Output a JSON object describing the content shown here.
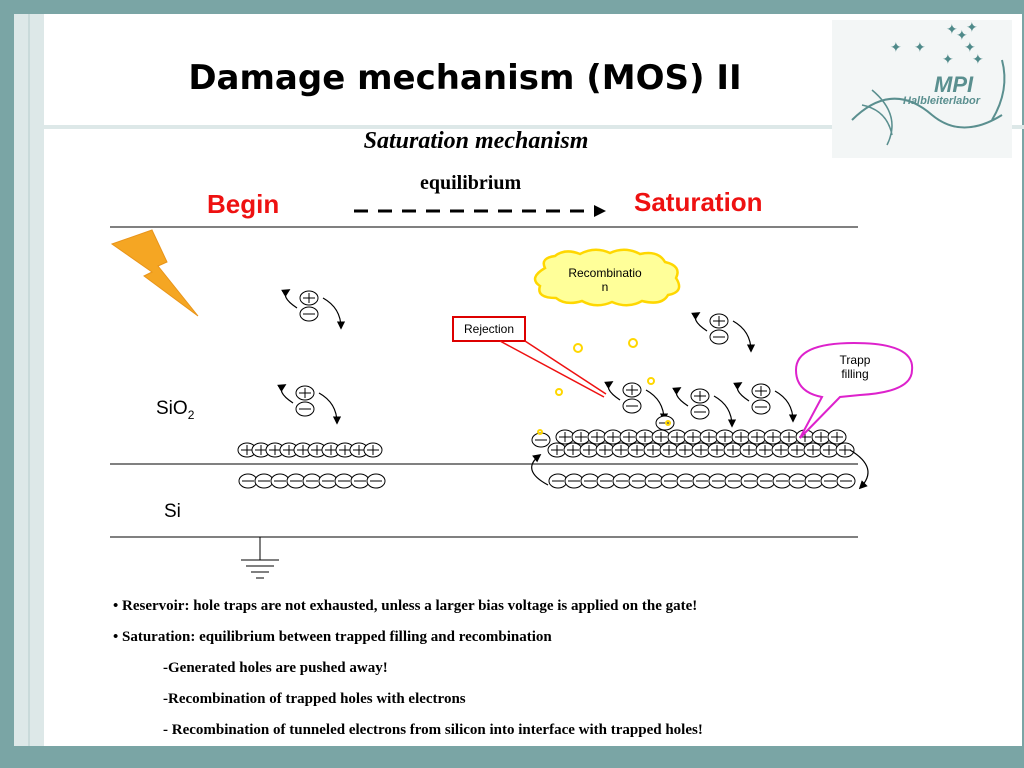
{
  "slide": {
    "title": "Damage mechanism (MOS) II",
    "subtitle": "Saturation mechanism",
    "begin": "Begin",
    "saturation": "Saturation",
    "equilibrium": "equilibrium"
  },
  "logo": {
    "name": "MPI",
    "sub": "Halbleiterlabor"
  },
  "diagram": {
    "sio2_label": "SiO",
    "sio2_sub": "2",
    "si_label": "Si",
    "recombination_label": "Recombinatio n",
    "recombination_line1": "Recombinatio",
    "recombination_line2": "n",
    "rejection_label": "Rejection",
    "trapp_label_line1": "Trapp",
    "trapp_label_line2": "filling",
    "colors": {
      "accent_red": "#ee1111",
      "lightning": "#f5a623",
      "cloud_fill": "#ffff99",
      "cloud_stroke": "#ffd700",
      "trapp_border": "#dd22cc",
      "rejection_border": "#dd0000"
    }
  },
  "bullets": [
    "• Reservoir: hole traps are not exhausted, unless a larger bias voltage is applied on the gate!",
    "• Saturation: equilibrium between trapped filling and recombination",
    "-Generated holes are pushed away!",
    "-Recombination of trapped holes with electrons",
    "- Recombination of tunneled electrons from silicon into interface with trapped holes!"
  ]
}
